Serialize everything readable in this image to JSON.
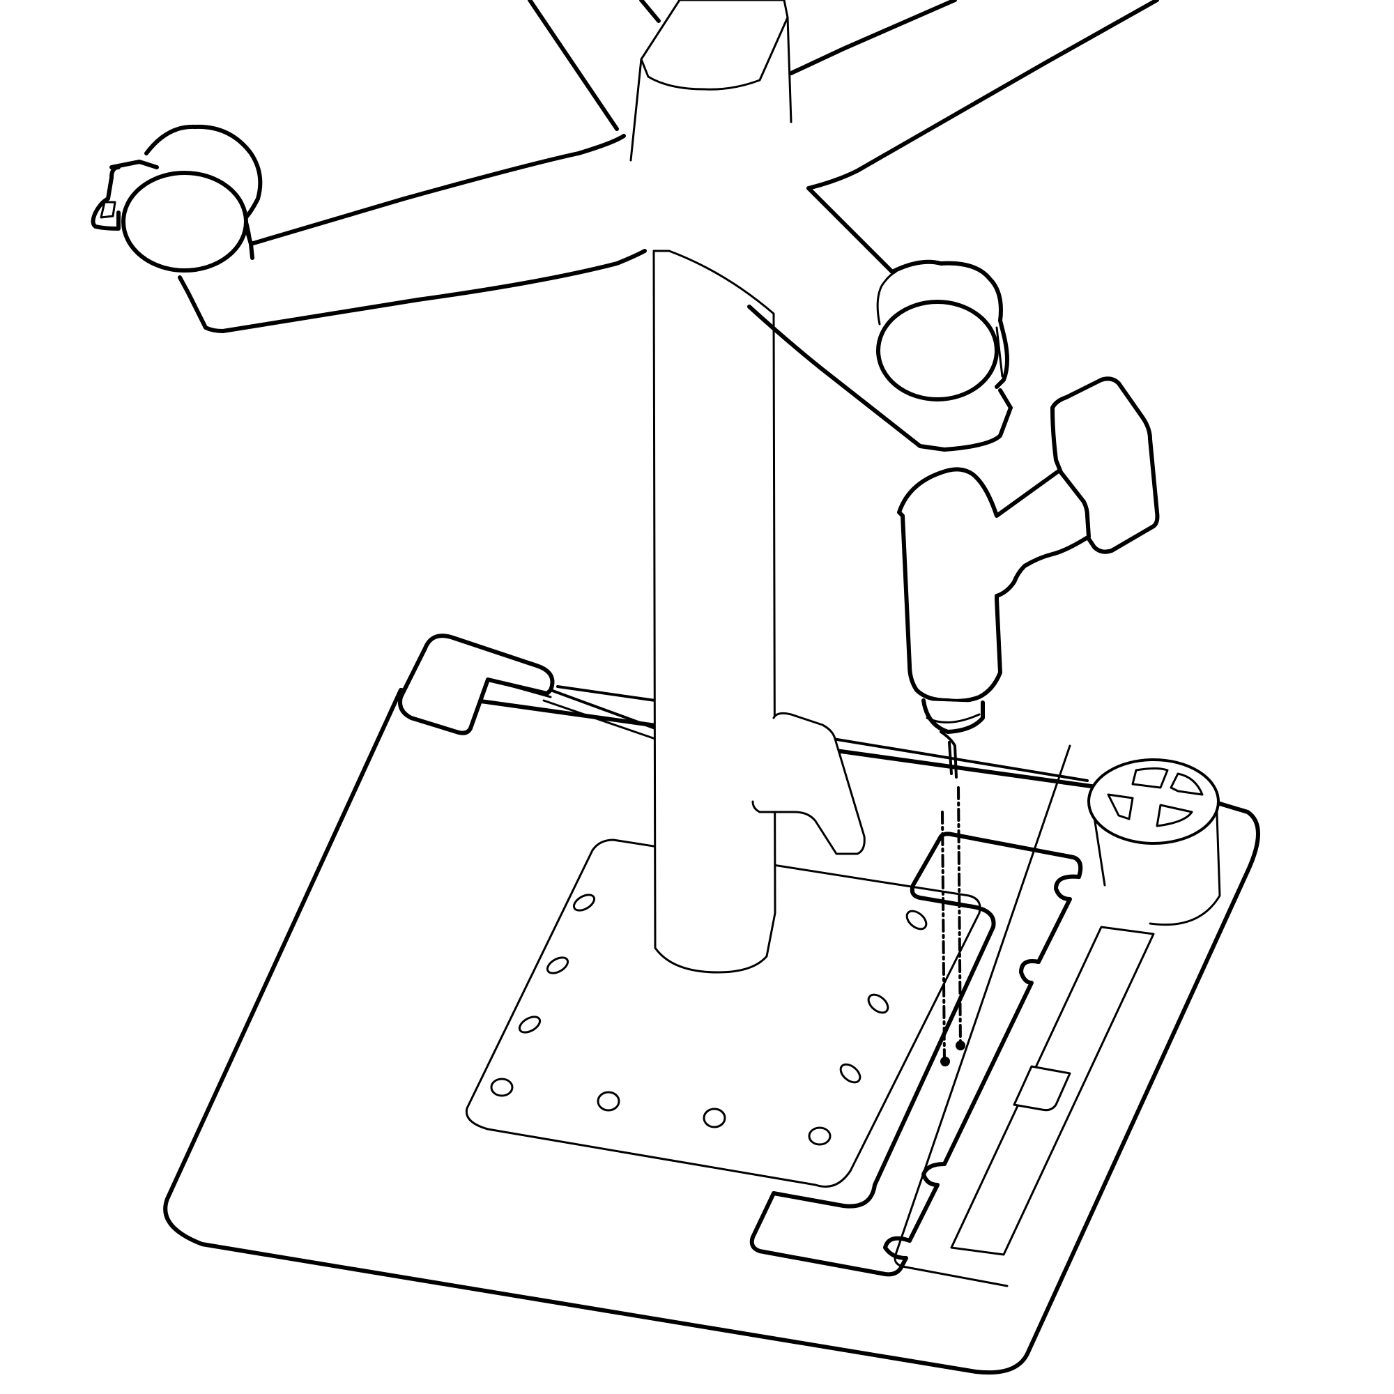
{
  "diagram": {
    "kind": "assembly-illustration",
    "colors": {
      "line": "#000000",
      "background": "#ffffff",
      "highlight_part": "#c8c9cb"
    },
    "parts": [
      {
        "id": "chair-base",
        "label": ""
      },
      {
        "id": "caster-wheel-left",
        "label": ""
      },
      {
        "id": "caster-wheel-right",
        "label": ""
      },
      {
        "id": "center-column",
        "label": ""
      },
      {
        "id": "seat-plate",
        "label": ""
      },
      {
        "id": "mounting-bracket",
        "label": ""
      },
      {
        "id": "power-screwdriver",
        "label": ""
      },
      {
        "id": "foot-platform",
        "label": ""
      }
    ],
    "highlighted_part": "mounting-bracket"
  }
}
